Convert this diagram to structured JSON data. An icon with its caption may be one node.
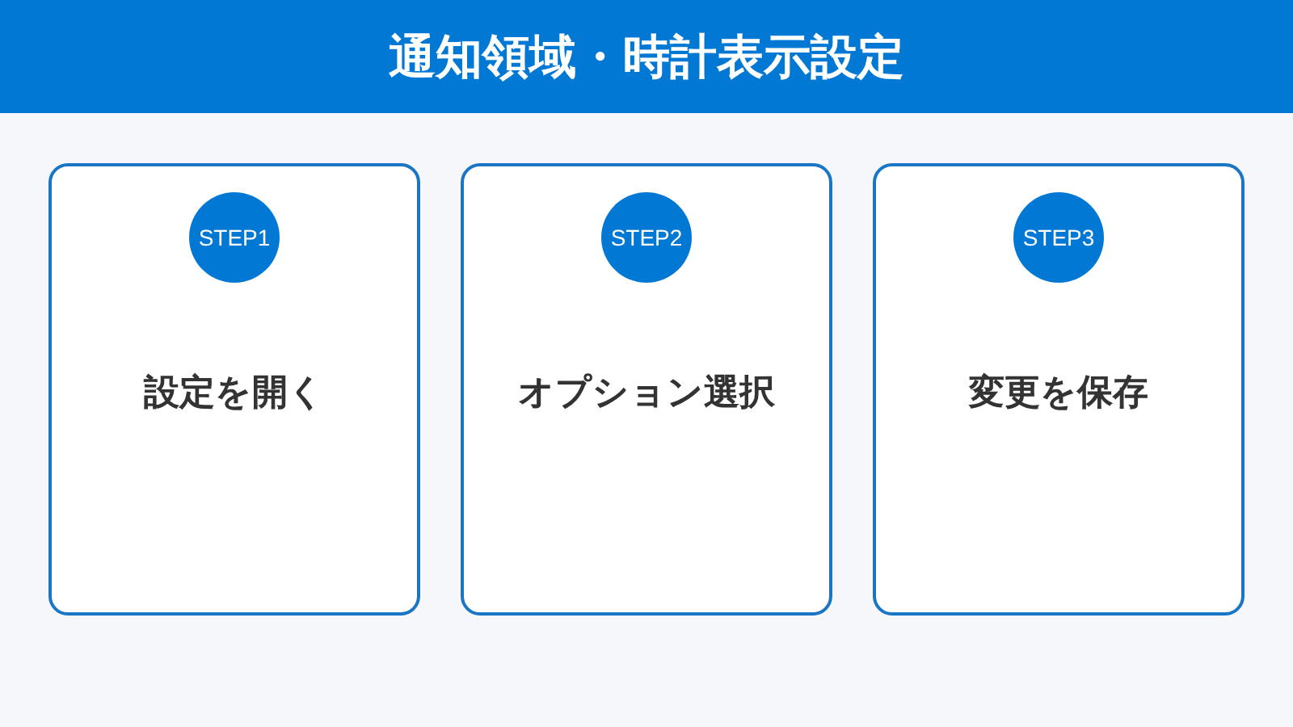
{
  "diagram": {
    "title": "通知領域・時計表示設定",
    "nodes": [
      {
        "text": [
          "設定を開く"
        ]
      },
      {
        "text": [
          "STEP1"
        ],
        "in": 0
      },
      {
        "text": [
          "オプション選択"
        ]
      },
      {
        "text": [
          "STEP2"
        ],
        "in": 2
      },
      {
        "text": [
          "変更を保存"
        ]
      },
      {
        "text": [
          "STEP3"
        ],
        "in": 4
      }
    ]
  }
}
